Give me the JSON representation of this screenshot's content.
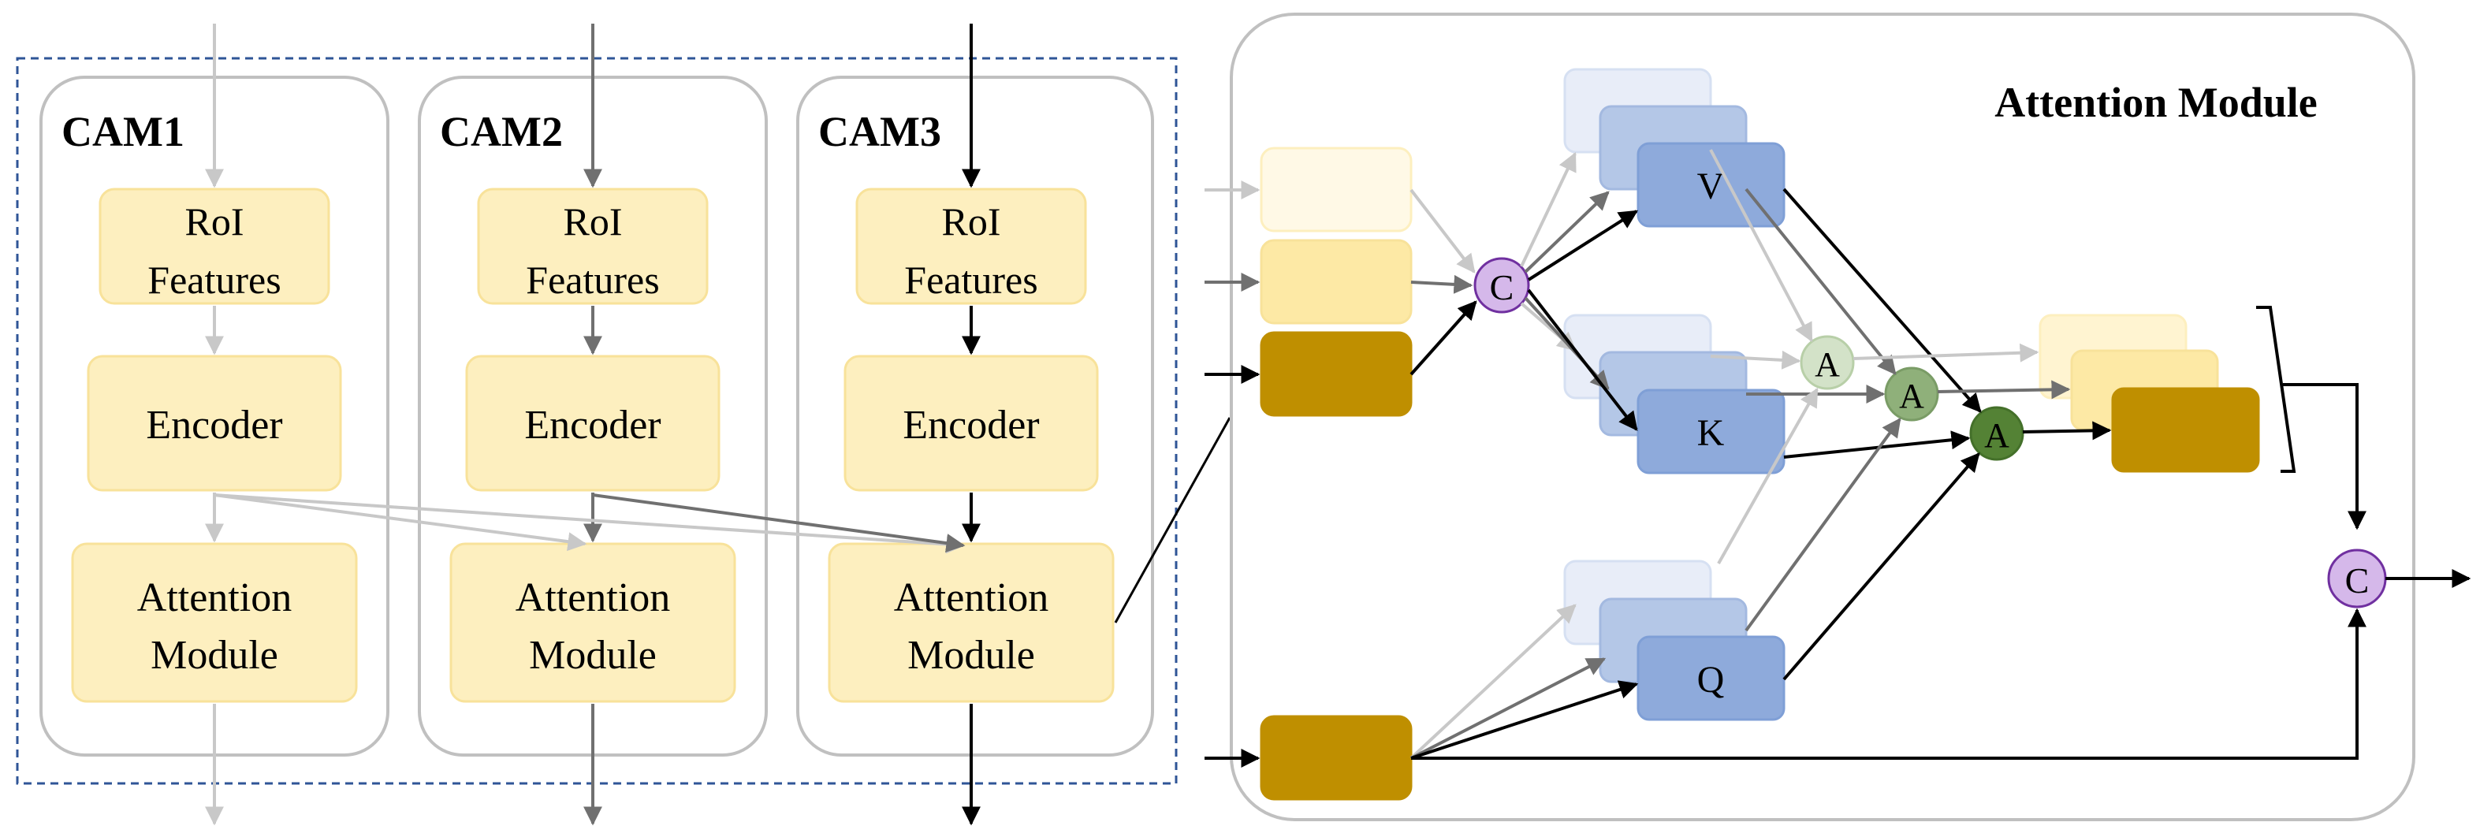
{
  "cams": [
    {
      "title": "CAM1",
      "roi_line1": "RoI",
      "roi_line2": "Features",
      "encoder": "Encoder",
      "attn_line1": "Attention",
      "attn_line2": "Module"
    },
    {
      "title": "CAM2",
      "roi_line1": "RoI",
      "roi_line2": "Features",
      "encoder": "Encoder",
      "attn_line1": "Attention",
      "attn_line2": "Module"
    },
    {
      "title": "CAM3",
      "roi_line1": "RoI",
      "roi_line2": "Features",
      "encoder": "Encoder",
      "attn_line1": "Attention",
      "attn_line2": "Module"
    }
  ],
  "attention_module": {
    "title": "Attention Module",
    "v_label": "V",
    "k_label": "K",
    "q_label": "Q",
    "concat_label": "C",
    "attn_label": "A",
    "output_concat_label": "C"
  },
  "colors": {
    "light_yellow_box": "#fdefbf",
    "light_yellow_stroke": "#f8e29a",
    "gold": "#bf8f00",
    "blue_box": "#8eaadb",
    "purple_circle": "#d5b8ea",
    "green_dark": "#548235",
    "green_mid": "#8fb07a",
    "green_light": "#d3e2c8",
    "arrow_light": "#c8c8c8",
    "arrow_mid": "#707070",
    "arrow_dark": "#000000",
    "panel_border": "#bfbfbf",
    "dashed_border": "#2f5597"
  }
}
